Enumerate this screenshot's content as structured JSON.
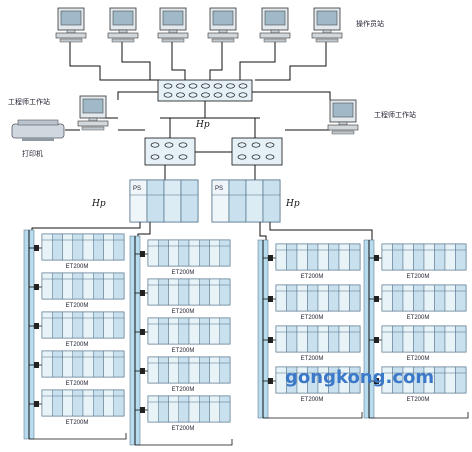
{
  "labels": {
    "operator_stations": "操作员站",
    "engineering_station_left": "工程师工作站",
    "engineering_station_right": "工程师工作站",
    "printer": "打印机",
    "network_label_top": "Hp",
    "network_label_left": "Hp",
    "network_label_right": "Hp",
    "ps_label_1": "PS",
    "ps_label_2": "PS",
    "watermark": "gongkong.com"
  },
  "et200m": {
    "name": "ET200M",
    "columns": [
      {
        "modules": 5
      },
      {
        "modules": 5
      },
      {
        "modules": 4
      },
      {
        "modules": 4
      }
    ]
  },
  "colors": {
    "line": "#111111",
    "panel_fill": "#dcecf4",
    "panel_stroke": "#4f6f88",
    "bus_fill": "#b8dced",
    "accent": "#3b78c8"
  }
}
